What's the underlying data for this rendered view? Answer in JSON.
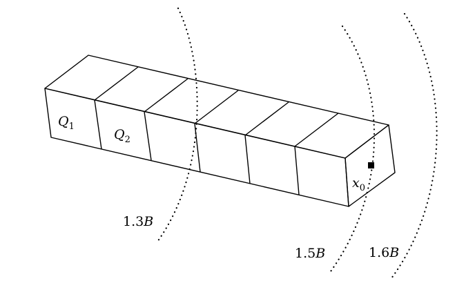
{
  "labels": {
    "q1": {
      "main": "Q",
      "sub": "1"
    },
    "q2": {
      "main": "Q",
      "sub": "2"
    },
    "x0": {
      "main": "x",
      "sub": "0"
    }
  },
  "radii": [
    {
      "number": "1.3",
      "symbol": "B"
    },
    {
      "number": "1.5",
      "symbol": "B"
    },
    {
      "number": "1.6",
      "symbol": "B"
    }
  ],
  "colors": {
    "ink": "#000000",
    "background": "#ffffff"
  }
}
